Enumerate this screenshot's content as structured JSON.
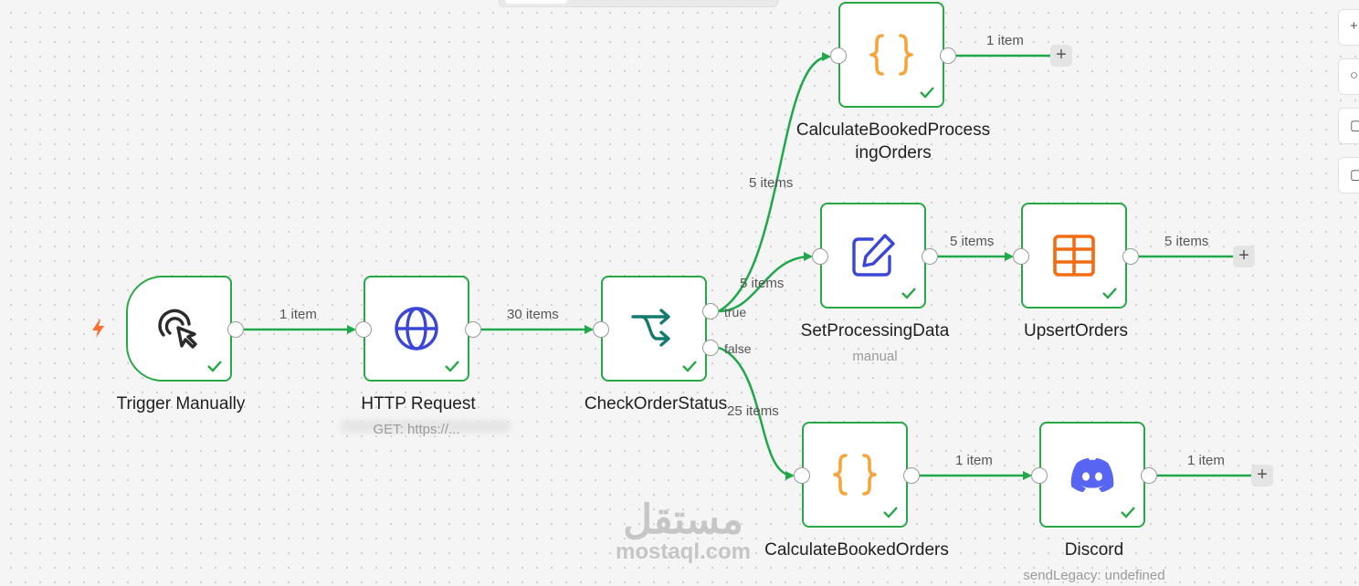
{
  "canvas": {
    "edge_color": "#1ea84a",
    "node_border_color": "#27a745",
    "success_check_color": "#27a745"
  },
  "nodes": {
    "trigger": {
      "label": "Trigger Manually",
      "icon": "cursor-click-icon"
    },
    "http": {
      "label": "HTTP Request",
      "subtitle": "GET: https://...",
      "icon": "globe-icon",
      "icon_color": "#3b46d6"
    },
    "check_status": {
      "label": "CheckOrderStatus",
      "icon": "if-branch-icon",
      "icon_color": "#157a6e",
      "branch_true": "true",
      "branch_false": "false"
    },
    "calc_processing": {
      "label_line1": "CalculateBookedProcess",
      "label_line2": "ingOrders",
      "icon": "code-braces-icon",
      "icon_color": "#f7a53a"
    },
    "set_processing": {
      "label": "SetProcessingData",
      "subtitle": "manual",
      "icon": "edit-pen-icon",
      "icon_color": "#3b46d6"
    },
    "upsert": {
      "label": "UpsertOrders",
      "icon": "table-grid-icon",
      "icon_color": "#f26d12"
    },
    "calc_booked": {
      "label": "CalculateBookedOrders",
      "icon": "code-braces-icon",
      "icon_color": "#f7a53a"
    },
    "discord": {
      "label": "Discord",
      "subtitle": "sendLegacy: undefined",
      "icon": "discord-icon",
      "icon_color": "#5865f2"
    }
  },
  "edges": {
    "trigger_http": "1 item",
    "http_check": "30 items",
    "true_calc_processing": "5 items",
    "true_set_processing": "5 items",
    "set_upsert": "5 items",
    "upsert_out": "5 items",
    "calc_processing_out": "1 item",
    "false_calc_booked": "25 items",
    "calc_booked_discord": "1 item",
    "discord_out": "1 item"
  },
  "add_button_label": "+",
  "watermark": {
    "arabic": "مستقل",
    "latin": "mostaql.com"
  }
}
